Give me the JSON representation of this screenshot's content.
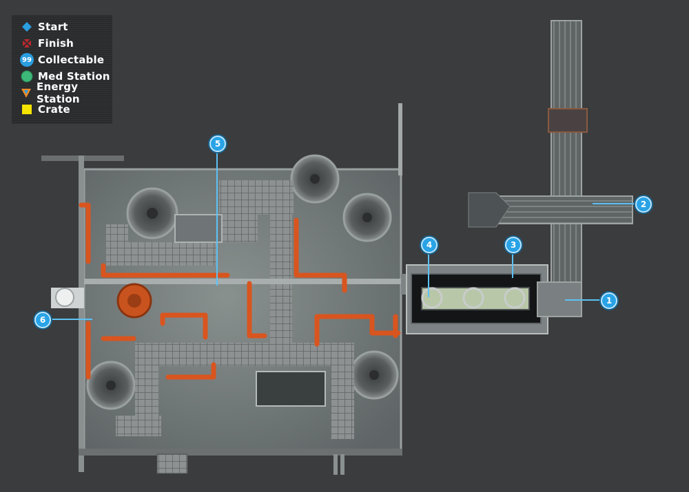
{
  "legend": {
    "items": [
      {
        "label": "Start",
        "icon": "start-diamond-icon",
        "color": "#2a9ee0"
      },
      {
        "label": "Finish",
        "icon": "finish-arrows-icon",
        "color": "#c0282d"
      },
      {
        "label": "Collectable",
        "icon": "collectable-icon",
        "icon_text": "99",
        "color": "#2a9ee0"
      },
      {
        "label": "Med Station",
        "icon": "med-station-icon",
        "color": "#3cb878"
      },
      {
        "label": "Energy Station",
        "icon": "energy-station-icon",
        "color": "#f08a24"
      },
      {
        "label": "Crate",
        "icon": "crate-icon",
        "color": "#f5e400"
      }
    ]
  },
  "markers": [
    {
      "number": "1"
    },
    {
      "number": "2"
    },
    {
      "number": "3"
    },
    {
      "number": "4"
    },
    {
      "number": "5"
    },
    {
      "number": "6"
    }
  ],
  "colors": {
    "background": "#3b3c3e",
    "floor": "#7a7f7f",
    "pipe": "#d9551f",
    "marker": "#29a3e6"
  }
}
